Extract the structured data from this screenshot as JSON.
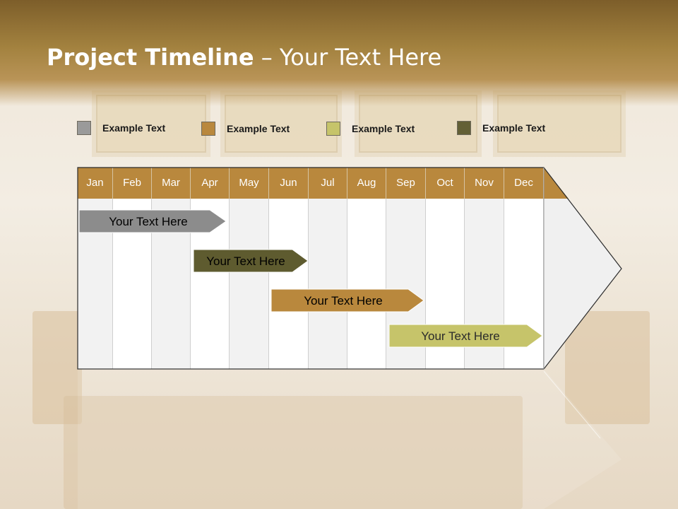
{
  "title": {
    "bold": "Project Timeline",
    "rest": " – Your Text Here"
  },
  "legend": [
    {
      "label": "Example Text",
      "color": "#9a9a9a"
    },
    {
      "label": "Example Text",
      "color": "#b9883d"
    },
    {
      "label": "Example Text",
      "color": "#c6c46a"
    },
    {
      "label": "Example Text",
      "color": "#636036"
    }
  ],
  "months": [
    "Jan",
    "Feb",
    "Mar",
    "Apr",
    "May",
    "Jun",
    "Jul",
    "Aug",
    "Sep",
    "Oct",
    "Nov",
    "Dec"
  ],
  "tasks": [
    {
      "label": "Your  Text Here",
      "color": "#8c8c8c",
      "start_month": "Jan",
      "end_month": "Apr"
    },
    {
      "label": "Your  Text Here",
      "color": "#5e5b2f",
      "start_month": "Apr",
      "end_month": "Jun"
    },
    {
      "label": "Your  Text Here",
      "color": "#b9883d",
      "start_month": "Jun",
      "end_month": "Sep"
    },
    {
      "label": "Your  Text Here",
      "color": "#c6c46a",
      "start_month": "Sep",
      "end_month": "Dec"
    }
  ]
}
